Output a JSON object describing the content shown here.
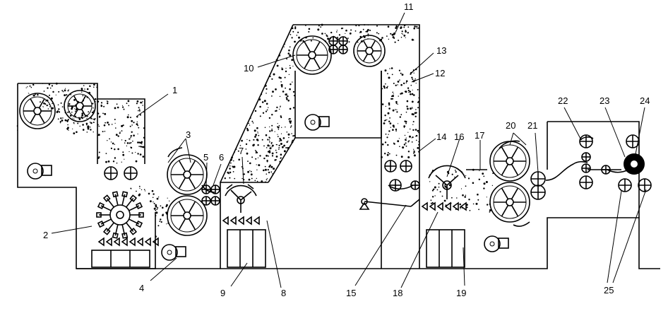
{
  "callouts": [
    "1",
    "2",
    "3",
    "4",
    "5",
    "6",
    "7",
    "8",
    "9",
    "10",
    "11",
    "12",
    "13",
    "14",
    "15",
    "16",
    "17",
    "18",
    "19",
    "20",
    "21",
    "22",
    "23",
    "24",
    "25"
  ],
  "colors": {
    "line": "#000000",
    "fiber": "#000000",
    "background": "#ffffff"
  },
  "icons": [
    "spoked-drum-icon",
    "crossed-roller-icon",
    "fan-icon",
    "pivot-arm-icon",
    "filter-panel-icon"
  ]
}
